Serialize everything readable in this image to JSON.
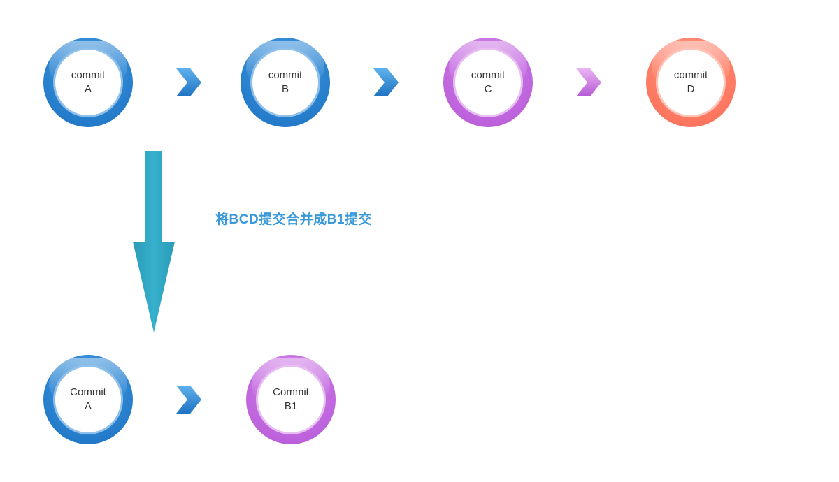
{
  "top_row": {
    "commits": [
      {
        "line1": "commit",
        "line2": "A",
        "color": "blue"
      },
      {
        "line1": "commit",
        "line2": "B",
        "color": "blue"
      },
      {
        "line1": "commit",
        "line2": "C",
        "color": "purple"
      },
      {
        "line1": "commit",
        "line2": "D",
        "color": "coral"
      }
    ]
  },
  "caption": "将BCD提交合并成B1提交",
  "bottom_row": {
    "commits": [
      {
        "line1": "Commit",
        "line2": "A",
        "color": "blue"
      },
      {
        "line1": "Commit",
        "line2": "B1",
        "color": "purple"
      }
    ]
  },
  "colors": {
    "blue": "#2f88d4",
    "purple": "#c46be0",
    "coral": "#ff7f68",
    "teal_arrow": "#2fa6c2",
    "caption": "#3a9ad9"
  }
}
